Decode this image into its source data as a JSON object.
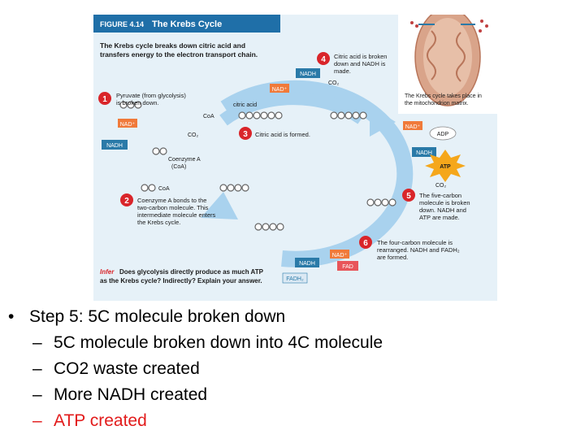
{
  "figure": {
    "title_num": "FIGURE 4.14",
    "title": "The Krebs Cycle",
    "intro": [
      "The Krebs cycle breaks down citric acid and",
      "transfers energy to the electron transport chain."
    ],
    "inset_caption": [
      "The Krebs cycle takes place in",
      "the mitochondrion matrix."
    ],
    "steps": [
      {
        "num": "1",
        "text": [
          "Pyruvate (from glycolysis)",
          "is broken down."
        ]
      },
      {
        "num": "2",
        "text": [
          "Coenzyme A bonds to the",
          "two-carbon molecule. This",
          "intermediate molecule enters",
          "the Krebs cycle."
        ]
      },
      {
        "num": "3",
        "text": [
          "Citric acid is formed."
        ]
      },
      {
        "num": "4",
        "text": [
          "Citric acid is broken",
          "down and NADH is",
          "made."
        ]
      },
      {
        "num": "5",
        "text": [
          "The five-carbon",
          "molecule is broken",
          "down. NADH and",
          "ATP are made."
        ]
      },
      {
        "num": "6",
        "text": [
          "The four-carbon molecule is",
          "rearranged. NADH and FADH₂",
          "are formed."
        ]
      }
    ],
    "labels": {
      "nad": "NAD⁺",
      "nadh": "NADH",
      "co2": "CO₂",
      "coa": "CoA",
      "citric_acid": "citric acid",
      "coenzyme_a": [
        "Coenzyme A",
        "(CoA)"
      ],
      "adp": "ADP",
      "atp": "ATP",
      "fad": "FAD",
      "fadh2": "FADH₂"
    },
    "infer_label": "Infer",
    "infer_text": [
      "Does glycolysis directly produce as much ATP",
      "as the Krebs cycle? Indirectly? Explain your answer."
    ],
    "colors": {
      "panel": "#e6f1f8",
      "title_bar": "#1f6fa8",
      "cycle_arrow": "#a9d2ee",
      "step_circle": "#d9252a",
      "nad_box": "#f07a3a",
      "nadh_box": "#2a7aa8",
      "atp_star": "#f5a71b",
      "fad_box": "#e8555a"
    }
  },
  "bullets": {
    "main": "Step 5: 5C molecule broken down",
    "subs": [
      {
        "text": "5C molecule broken down into 4C molecule",
        "color": "#000000"
      },
      {
        "text": "CO2 waste created",
        "color": "#000000"
      },
      {
        "text": "More NADH created",
        "color": "#000000"
      },
      {
        "text": "ATP created",
        "color": "#e21b1b"
      }
    ]
  }
}
